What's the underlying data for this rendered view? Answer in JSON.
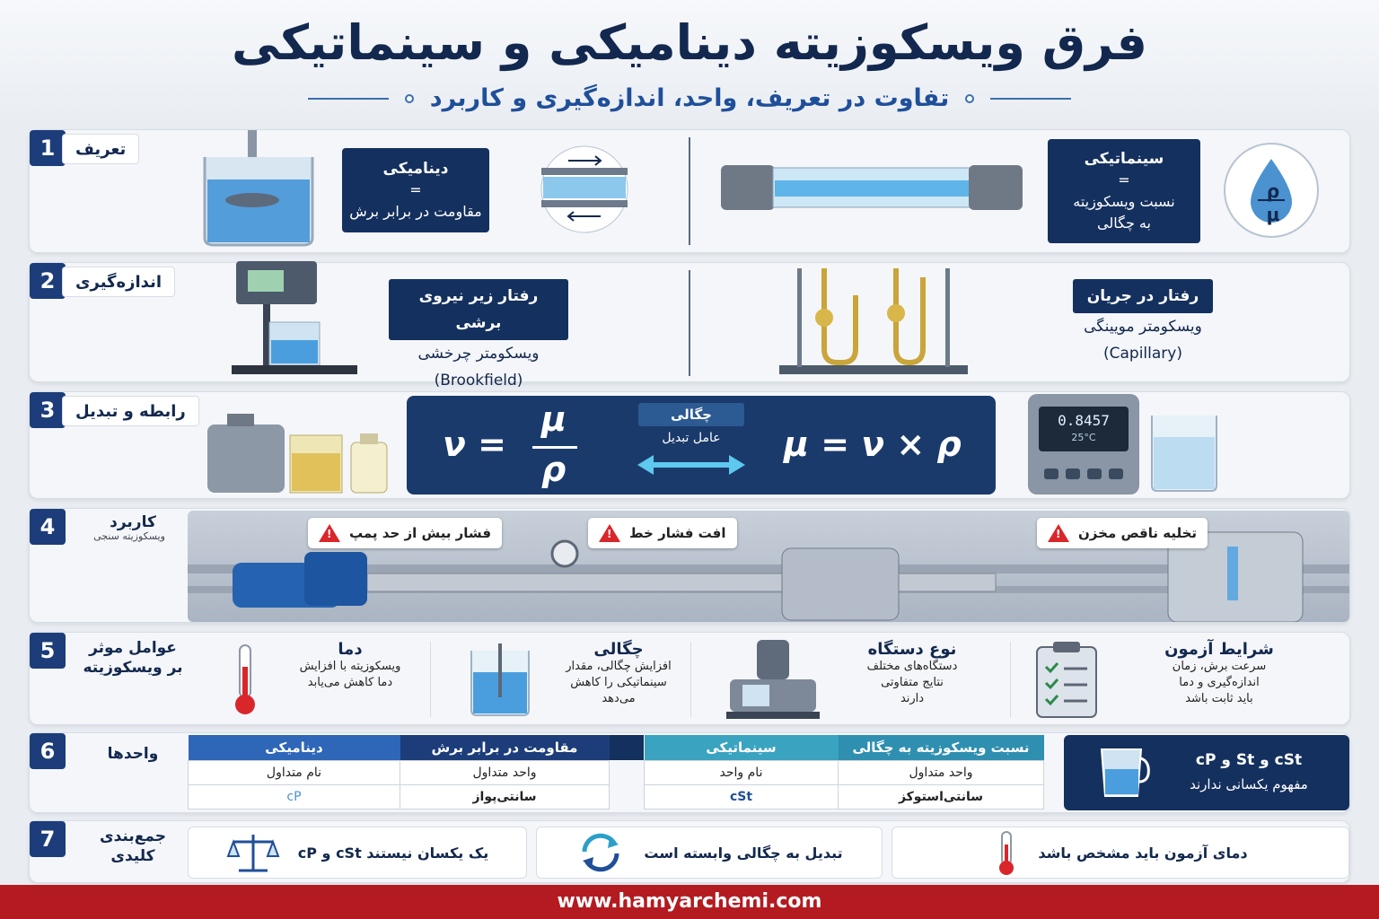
{
  "header": {
    "title": "فرق ویسکوزیته دینامیکی و سینماتیکی",
    "subtitle": "تفاوت در تعریف، واحد، اندازه‌گیری و کاربرد"
  },
  "sections": {
    "s1": {
      "num": "1",
      "label": "تعریف",
      "dynamic": {
        "title": "دینامیکی",
        "eq": "=",
        "desc": "مقاومت در برابر برش"
      },
      "kinematic": {
        "title": "سینماتیکی",
        "eq": "=",
        "desc1": "نسبت ویسکوزیته",
        "desc2": "به چگالی"
      },
      "symbol_top": "ρ",
      "symbol_bottom": "μ"
    },
    "s2": {
      "num": "2",
      "label": "اندازه‌گیری",
      "left_pill": "رفتار زیر نیروی برشی",
      "left_line1": "ویسکومتر چرخشی",
      "left_line2": "(Brookfield)",
      "right_pill": "رفتار در جریان",
      "right_line1": "ویسکومتر مویینگی",
      "right_line2": "(Capillary)"
    },
    "s3": {
      "num": "3",
      "label": "رابطه و تبدیل",
      "eq_left_lhs": "ν =",
      "eq_left_num": "μ",
      "eq_left_den": "ρ",
      "mid_top": "چگالی",
      "mid_bottom": "عامل تبدیل",
      "eq_right": "μ = ν × ρ",
      "meter_reading": "0.8457",
      "meter_temp": "25°C"
    },
    "s4": {
      "num": "4",
      "label": "کاربرد",
      "sublabel": "ویسکوزیته سنجی",
      "warn1": "فشار بیش از حد پمپ",
      "warn2": "افت فشار خط",
      "warn3": "تخلیه ناقص مخزن"
    },
    "s5": {
      "num": "5",
      "label1": "عوامل موثر",
      "label2": "بر ویسکوزیته",
      "f1": {
        "title": "دما",
        "l1": "ویسکوزیته با افزایش",
        "l2": "دما کاهش می‌یابد",
        "l3": ""
      },
      "f2": {
        "title": "چگالی",
        "l1": "افزایش چگالی، مقدار",
        "l2": "سینماتیکی را کاهش",
        "l3": "می‌دهد"
      },
      "f3": {
        "title": "نوع دستگاه",
        "l1": "دستگاه‌های مختلف",
        "l2": "نتایج متفاوتی",
        "l3": "دارند"
      },
      "f4": {
        "title": "شرایط آزمون",
        "l1": "سرعت برش، زمان",
        "l2": "اندازه‌گیری و دما",
        "l3": "باید ثابت باشد"
      }
    },
    "s6": {
      "num": "6",
      "label": "واحدها",
      "dyn": {
        "h1": "دینامیکی",
        "h2": "مقاومت در برابر برش",
        "r1c1": "نام متداول",
        "r1c2": "واحد متداول",
        "r2c1": "cP",
        "r2c2": "سانتی‌پواز"
      },
      "kin": {
        "h1": "سینماتیکی",
        "h2": "نسبت ویسکوزیته به چگالی",
        "r1c1": "نام واحد",
        "r1c2": "واحد متداول",
        "r2c1": "cSt",
        "r2c2": "سانتی‌استوکز"
      },
      "note1": "cP و St و cSt",
      "note2": "مفهوم یکسانی ندارند"
    },
    "s7": {
      "num": "7",
      "label1": "جمع‌بندی",
      "label2": "کلیدی",
      "b1": "cP و cSt یک یکسان نیستند",
      "b2": "تبدیل به چگالی وابسته است",
      "b3": "دمای آزمون باید مشخص باشد"
    }
  },
  "footer": {
    "url": "www.hamyarchemi.com"
  },
  "colors": {
    "navy": "#14305e",
    "accent": "#1f4f99",
    "warn": "#d9262b",
    "footer": "#b31b20"
  }
}
